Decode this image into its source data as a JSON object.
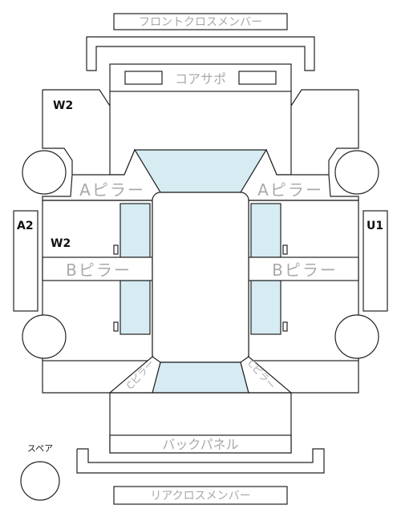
{
  "labels": {
    "front_cross_member": "フロントクロスメンバー",
    "core_support": "コアサポ",
    "a_pillar_left": "Aピラー",
    "a_pillar_right": "Aピラー",
    "b_pillar_left": "Bピラー",
    "b_pillar_right": "Bピラー",
    "c_pillar_left": "Cピラー",
    "c_pillar_right": "Cピラー",
    "back_panel": "バックパネル",
    "rear_cross_member": "リアクロスメンバー",
    "spare": "スペア"
  },
  "damage_codes": {
    "front_left_fender": "W2",
    "left_front_door": "W2",
    "left_sill": "A2",
    "right_sill": "U1"
  },
  "colors": {
    "glass": "#d6ebf2",
    "line": "#222222",
    "label_gray": "#a9a9a9"
  }
}
